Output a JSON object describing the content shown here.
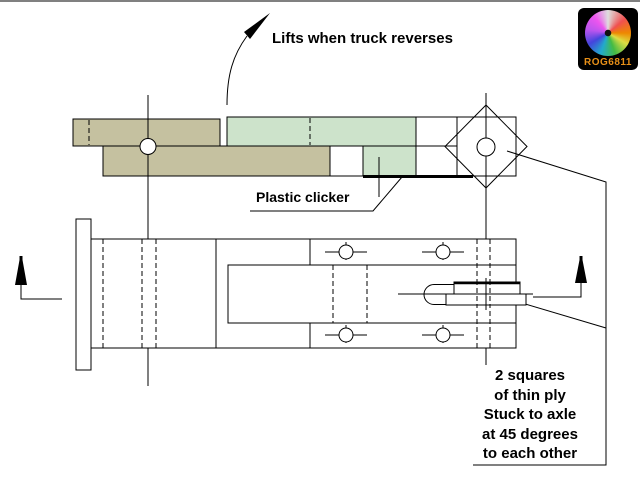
{
  "drawing": {
    "lifts_note": "Lifts when truck reverses",
    "clicker_label": "Plastic clicker",
    "ply_note": "2 squares\nof thin ply\nStuck to axle\nat 45 degrees\nto each other",
    "logo_text": "ROG6811",
    "colors": {
      "wood": "#c5c1a0",
      "lifting_part": "#cde3cb",
      "line": "#000000",
      "logo_text_color": "#e89018"
    }
  }
}
